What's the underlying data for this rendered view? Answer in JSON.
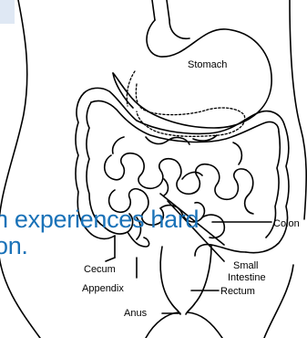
{
  "diagram": {
    "labels": {
      "stomach": "Stomach",
      "colon": "Colon",
      "cecum": "Cecum",
      "small_intestine_line1": "Small",
      "small_intestine_line2": "Intestine",
      "appendix": "Appendix",
      "rectum": "Rectum",
      "anus": "Anus"
    }
  },
  "overlay": {
    "line1": "n experiences hard",
    "line2": "on.",
    "color": "#1a72b8"
  },
  "colors": {
    "stroke": "#000000",
    "background": "#ffffff",
    "corner_accent": "#dfe8f4"
  }
}
